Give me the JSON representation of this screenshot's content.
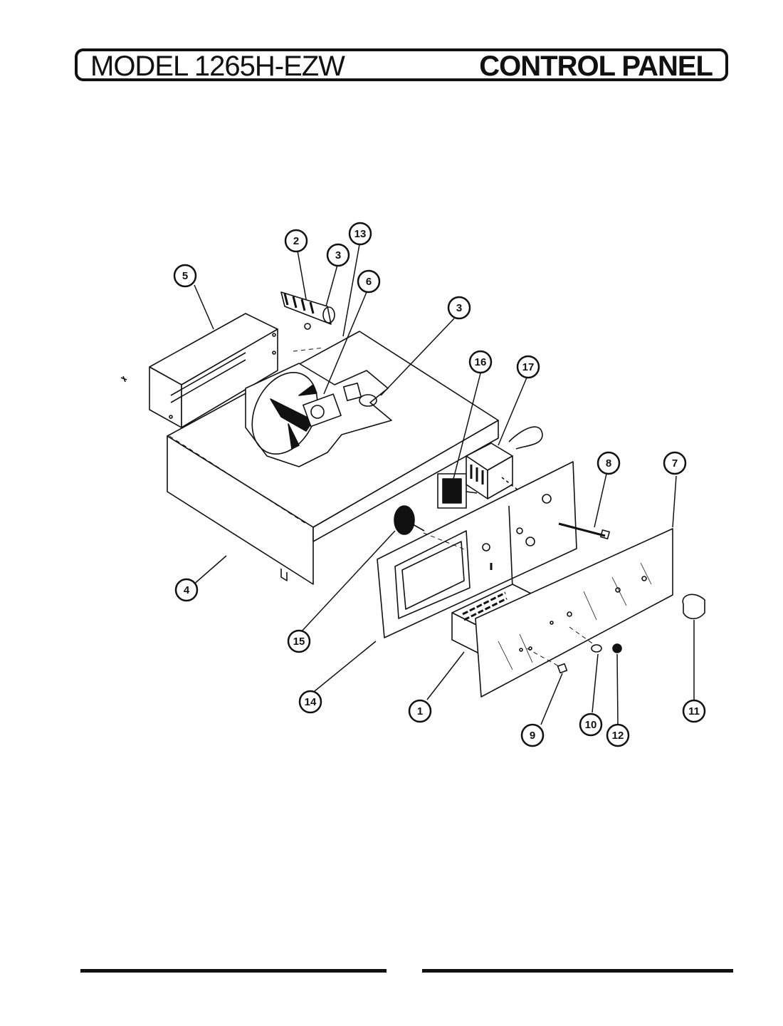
{
  "header": {
    "model_label": "MODEL 1265H-EZW",
    "section_label": "CONTROL PANEL"
  },
  "callouts": [
    {
      "id": "c1",
      "label": "1"
    },
    {
      "id": "c2",
      "label": "2"
    },
    {
      "id": "c3a",
      "label": "3"
    },
    {
      "id": "c3b",
      "label": "3"
    },
    {
      "id": "c4",
      "label": "4"
    },
    {
      "id": "c5",
      "label": "5"
    },
    {
      "id": "c6",
      "label": "6"
    },
    {
      "id": "c7",
      "label": "7"
    },
    {
      "id": "c8",
      "label": "8"
    },
    {
      "id": "c9",
      "label": "9"
    },
    {
      "id": "c10",
      "label": "10"
    },
    {
      "id": "c11",
      "label": "11"
    },
    {
      "id": "c12",
      "label": "12"
    },
    {
      "id": "c13",
      "label": "13"
    },
    {
      "id": "c14",
      "label": "14"
    },
    {
      "id": "c15",
      "label": "15"
    },
    {
      "id": "c16",
      "label": "16"
    },
    {
      "id": "c17",
      "label": "17"
    }
  ],
  "colors": {
    "ink": "#111111",
    "paper": "#ffffff"
  }
}
